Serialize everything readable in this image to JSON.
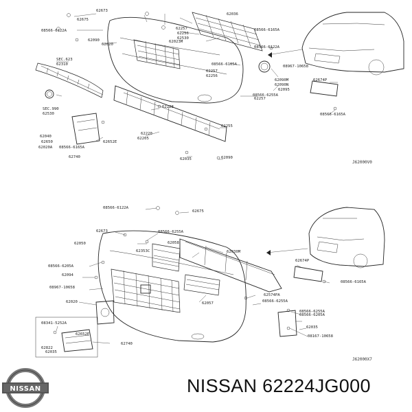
{
  "diagram": {
    "top": {
      "labels": [
        "62673",
        "62675",
        "08566-6122A",
        "62020",
        "62023M",
        "62257",
        "62256",
        "62530",
        "62036",
        "08566-6165A",
        "SEC.623",
        "62310",
        "SEC.990",
        "62530",
        "08566-6122A",
        "08566-6165A",
        "62257",
        "62256",
        "62090M",
        "62090N",
        "08967-10658",
        "62095",
        "62257",
        "08566-6255A",
        "62674P",
        "62228",
        "62220",
        "62205",
        "62040",
        "62740",
        "62652E",
        "62650",
        "08566-6165A",
        "62255",
        "62035",
        "62090",
        "62020A",
        "08566-6165A",
        "62090"
      ],
      "code": "J62000V0"
    },
    "bottom": {
      "labels": [
        "08566-6122A",
        "62675",
        "62673",
        "08566-6255A",
        "62050",
        "62058",
        "62030M",
        "62353C",
        "08566-6205A",
        "62094",
        "08967-10658",
        "62057",
        "62020",
        "62574PA",
        "08566-6255A",
        "62674P",
        "08566-6165A",
        "08341-5252A",
        "62652E",
        "62740",
        "62822",
        "62035",
        "08566-6255A",
        "08566-6205A",
        "62035",
        "08167-10658"
      ],
      "code": "J62000X7"
    }
  },
  "brand": {
    "logo_text": "NISSAN",
    "logo_icon": "nissan-logo-icon"
  },
  "caption": {
    "text": "NISSAN 62224JG000"
  }
}
